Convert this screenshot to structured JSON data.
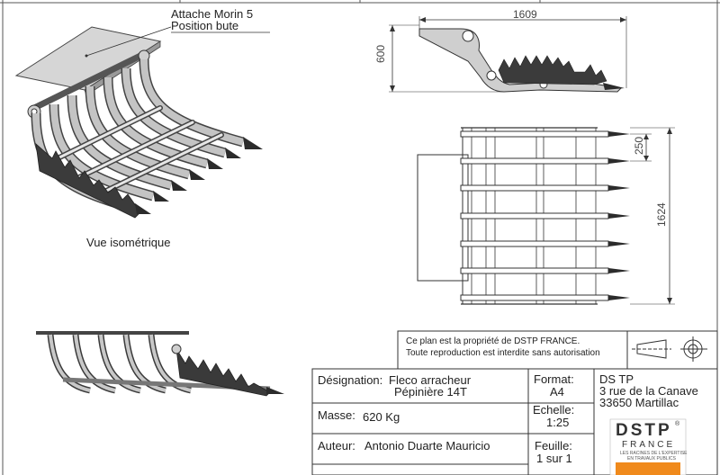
{
  "callout": {
    "line1": "Attache Morin 5",
    "line2": "Position bute"
  },
  "views": {
    "isometric_label": "Vue isométrique"
  },
  "dimensions": {
    "length": "1609",
    "height": "600",
    "tine_spacing": "250",
    "width": "1624"
  },
  "notice": {
    "line1": "Ce plan est la propriété de DSTP FRANCE.",
    "line2": "Toute reproduction est interdite sans autorisation"
  },
  "title_block": {
    "designation_label": "Désignation:",
    "designation_line1": "Fleco arracheur",
    "designation_line2": "Pépinière 14T",
    "masse_label": "Masse:",
    "masse_value": "620 Kg",
    "auteur_label": "Auteur:",
    "auteur_value": "Antonio Duarte Mauricio",
    "format_label": "Format:",
    "format_value": "A4",
    "echelle_label": "Echelle:",
    "echelle_value": "1:25",
    "feuille_label": "Feuille:",
    "feuille_value": "1 sur 1",
    "company_line1": "DS TP",
    "company_line2": "3 rue de la Canave",
    "company_line3": "33650 Martillac",
    "logo_top": "DSTP",
    "logo_registered": "®",
    "logo_bottom": "FRANCE",
    "logo_tagline1": "LES RACINES DE L'EXPERTISE",
    "logo_tagline2": "EN TRAVAUX PUBLICS"
  },
  "colors": {
    "line": "#333333",
    "steel": "#b9b9b9",
    "steel_dark": "#5f5f5f",
    "plate": "#d9d9d9",
    "tooth": "#2b2b2b",
    "logo_orange": "#f08a1c"
  }
}
